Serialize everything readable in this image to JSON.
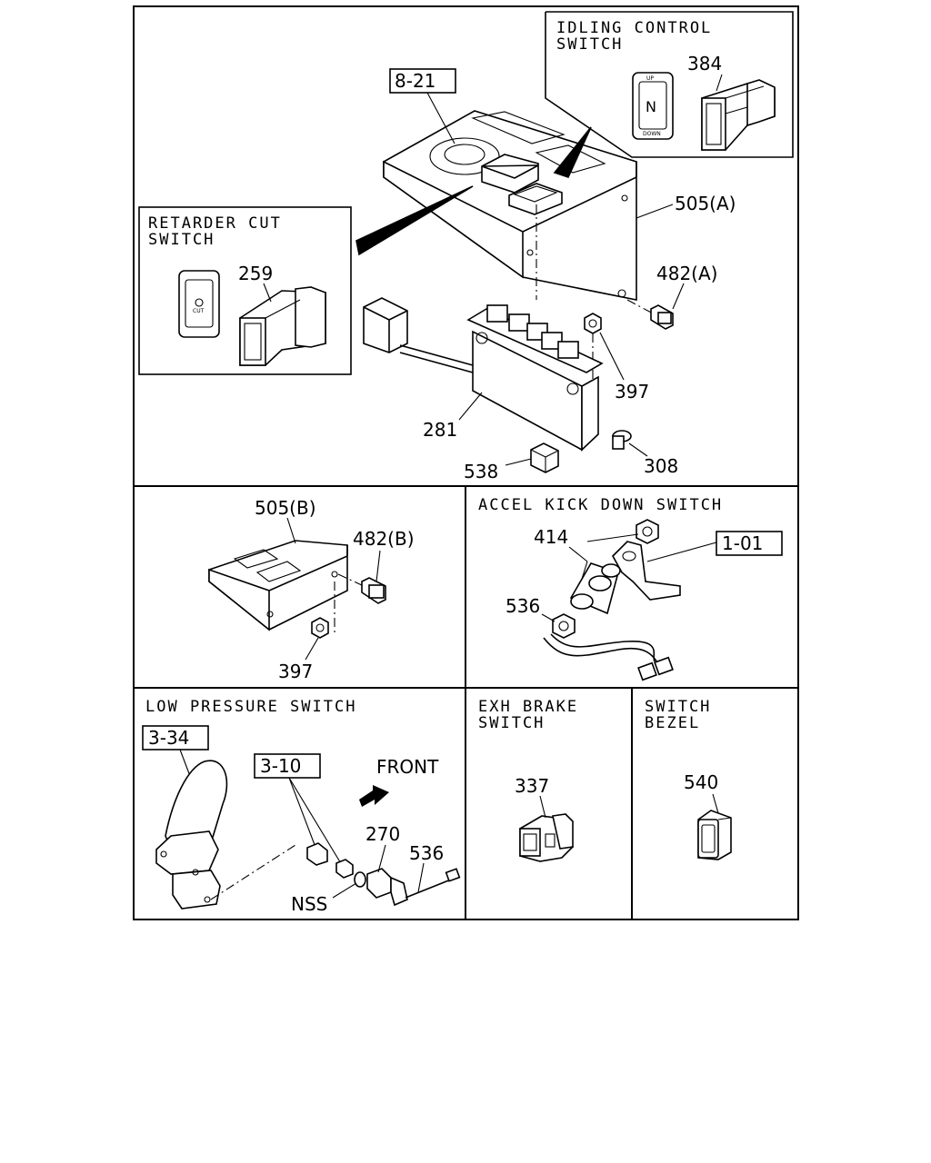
{
  "titles": {
    "idling": [
      "IDLING CONTROL",
      "SWITCH"
    ],
    "retarder": [
      "RETARDER CUT",
      "SWITCH"
    ],
    "accel": [
      "ACCEL KICK DOWN SWITCH"
    ],
    "lowpressure": [
      "LOW PRESSURE SWITCH"
    ],
    "exh": [
      "EXH BRAKE",
      "SWITCH"
    ],
    "bezel": [
      "SWITCH",
      "BEZEL"
    ]
  },
  "switch_face": {
    "up": "UP",
    "n": "N",
    "down": "DOWN",
    "cut": "CUT"
  },
  "callouts": {
    "c384": "384",
    "c821": "8-21",
    "c505a": "505(A)",
    "c259": "259",
    "c482a": "482(A)",
    "c397a": "397",
    "c281": "281",
    "c538": "538",
    "c308": "308",
    "c505b": "505(B)",
    "c482b": "482(B)",
    "c397b": "397",
    "c414": "414",
    "c101": "1-01",
    "c536a": "536",
    "c334": "3-34",
    "c310": "3-10",
    "front": "FRONT",
    "c270": "270",
    "c536b": "536",
    "nss": "NSS",
    "c337": "337",
    "c540": "540"
  }
}
